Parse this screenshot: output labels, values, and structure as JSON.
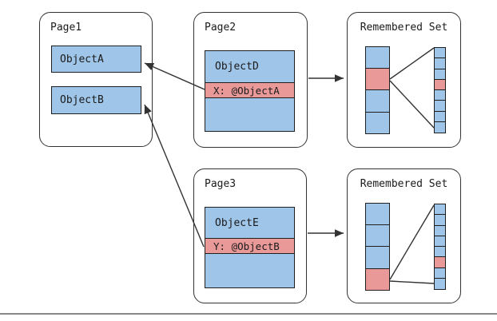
{
  "diagram": {
    "pages": [
      {
        "label": "Page1",
        "objects": [
          {
            "label": "ObjectA"
          },
          {
            "label": "ObjectB"
          }
        ]
      },
      {
        "label": "Page2",
        "object": {
          "name": "ObjectD",
          "field": "X: @ObjectA"
        }
      },
      {
        "label": "Page3",
        "object": {
          "name": "ObjectE",
          "field": "Y: @ObjectB"
        }
      }
    ],
    "remembered_sets": [
      {
        "label": "Remembered Set",
        "coarse_cells": [
          "blue",
          "red",
          "blue",
          "blue"
        ],
        "fine_cells": [
          "blue",
          "blue",
          "blue",
          "red",
          "blue",
          "blue",
          "blue",
          "blue"
        ]
      },
      {
        "label": "Remembered Set",
        "coarse_cells": [
          "blue",
          "blue",
          "blue",
          "red"
        ],
        "fine_cells": [
          "blue",
          "blue",
          "blue",
          "blue",
          "blue",
          "red",
          "blue",
          "blue"
        ]
      }
    ],
    "colors": {
      "object_fill": "#9fc5e8",
      "highlight_fill": "#ea9999",
      "border": "#1f1f1f",
      "box_border": "#333333",
      "line": "#333333",
      "separator": "#888888"
    }
  }
}
